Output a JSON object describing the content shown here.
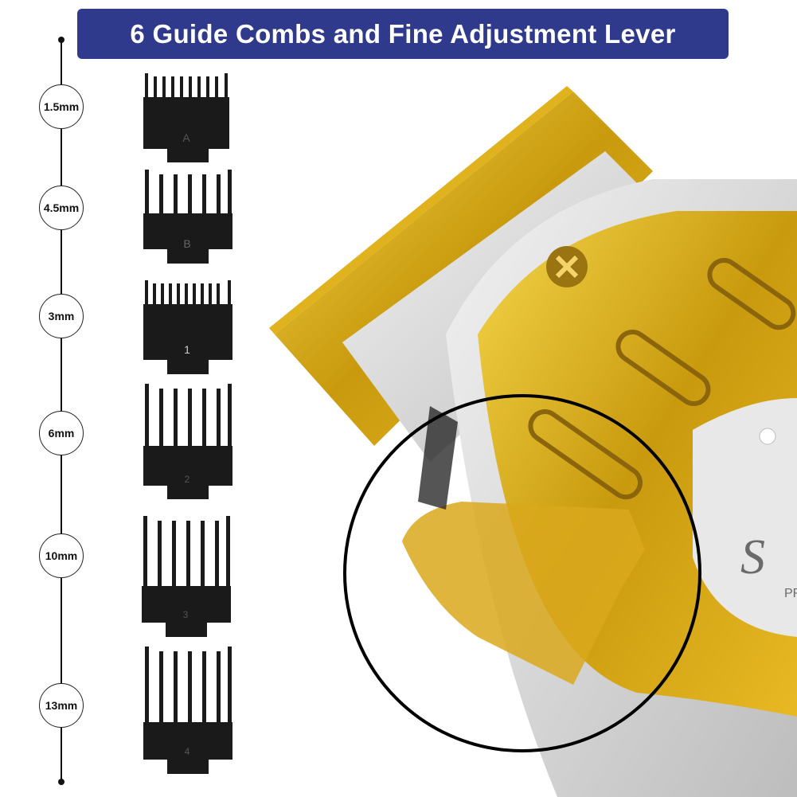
{
  "banner": {
    "title": "6 Guide Combs and Fine Adjustment Lever"
  },
  "sizes": [
    {
      "label": "1.5mm",
      "comb_letter": "A"
    },
    {
      "label": "4.5mm",
      "comb_letter": "B"
    },
    {
      "label": "3mm",
      "comb_letter": "1"
    },
    {
      "label": "6mm",
      "comb_letter": "2"
    },
    {
      "label": "10mm",
      "comb_letter": "3"
    },
    {
      "label": "13mm",
      "comb_letter": "4"
    }
  ],
  "colors": {
    "banner": "#2f3a8c",
    "gold": "#d4a017",
    "comb": "#1a1a1a"
  },
  "product": {
    "logo_text": "S",
    "logo_sub": "PR"
  }
}
